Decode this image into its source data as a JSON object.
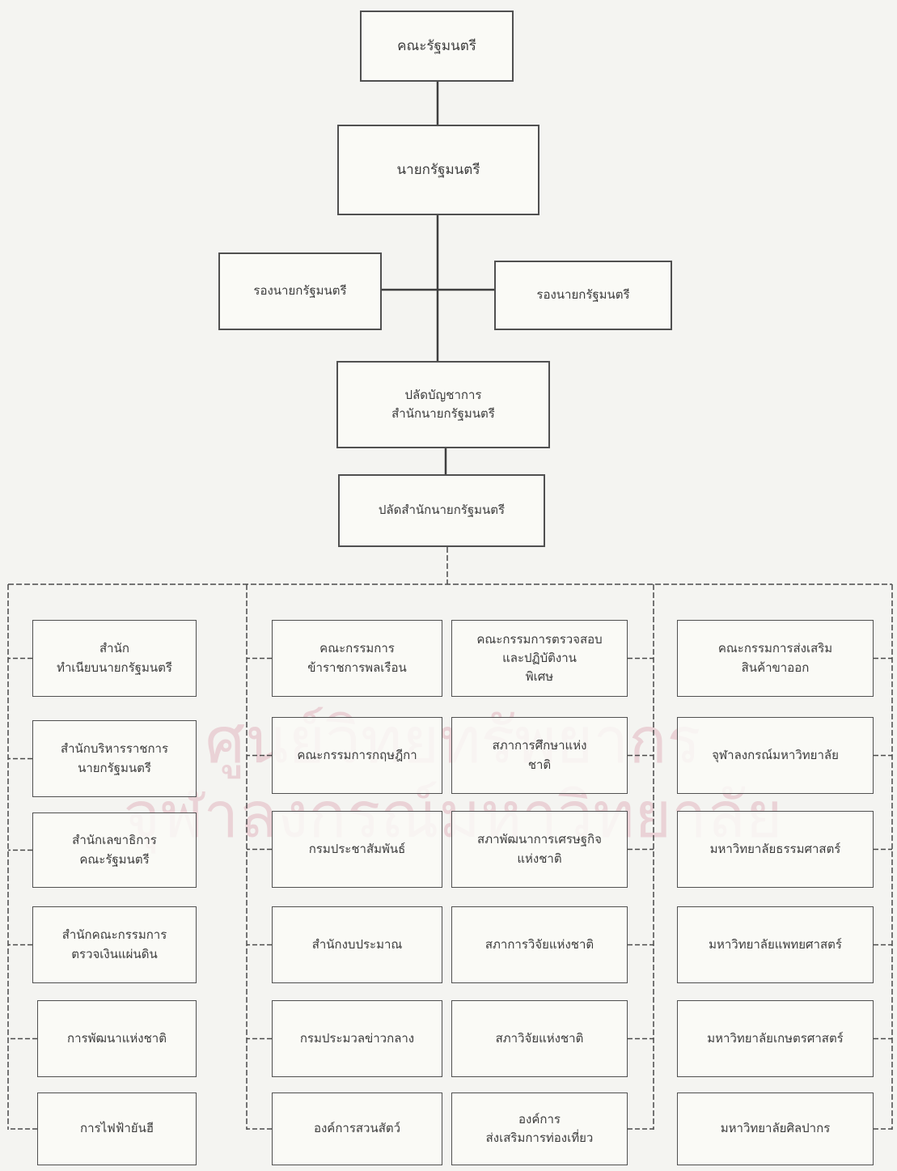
{
  "watermark": {
    "line1": "ศูนย์วิทยทรัพยากร",
    "line2": "จุฬาลงกรณ์มหาวิทยาลัย"
  },
  "chart": {
    "top": "คณะรัฐมนตรี",
    "pm": "นายกรัฐมนตรี",
    "deputy_left": "รองนายกรัฐมนตรี",
    "deputy_right": "รองนายกรัฐมนตรี",
    "director": "ปลัดบัญชาการ\nสำนักนายกรัฐมนตรี",
    "permanent_secretary": "ปลัดสำนักนายกรัฐมนตรี",
    "col1": [
      "สำนัก\nทำเนียบนายกรัฐมนตรี",
      "สำนักบริหารราชการ\nนายกรัฐมนตรี",
      "สำนักเลขาธิการ\nคณะรัฐมนตรี",
      "สำนักคณะกรรมการ\nตรวจเงินแผ่นดิน",
      "การพัฒนาแห่งชาติ",
      "การไฟฟ้ายันฮี"
    ],
    "col2": [
      "คณะกรรมการ\nข้าราชการพลเรือน",
      "คณะกรรมการกฤษฎีกา",
      "กรมประชาสัมพันธ์",
      "สำนักงบประมาณ",
      "กรมประมวลข่าวกลาง",
      "องค์การสวนสัตว์"
    ],
    "col3": [
      "คณะกรรมการตรวจสอบ\nและปฏิบัติงาน\nพิเศษ",
      "สภาการศึกษาแห่ง\nชาติ",
      "สภาพัฒนาการเศรษฐกิจ\nแห่งชาติ",
      "สภาการวิจัยแห่งชาติ",
      "สภาวิจัยแห่งชาติ",
      "องค์การ\nส่งเสริมการท่องเที่ยว"
    ],
    "col4": [
      "คณะกรรมการส่งเสริม\nสินค้าขาออก",
      "จุฬาลงกรณ์มหาวิทยาลัย",
      "มหาวิทยาลัยธรรมศาสตร์",
      "มหาวิทยาลัยแพทยศาสตร์",
      "มหาวิทยาลัยเกษตรศาสตร์",
      "มหาวิทยาลัยศิลปากร"
    ]
  }
}
